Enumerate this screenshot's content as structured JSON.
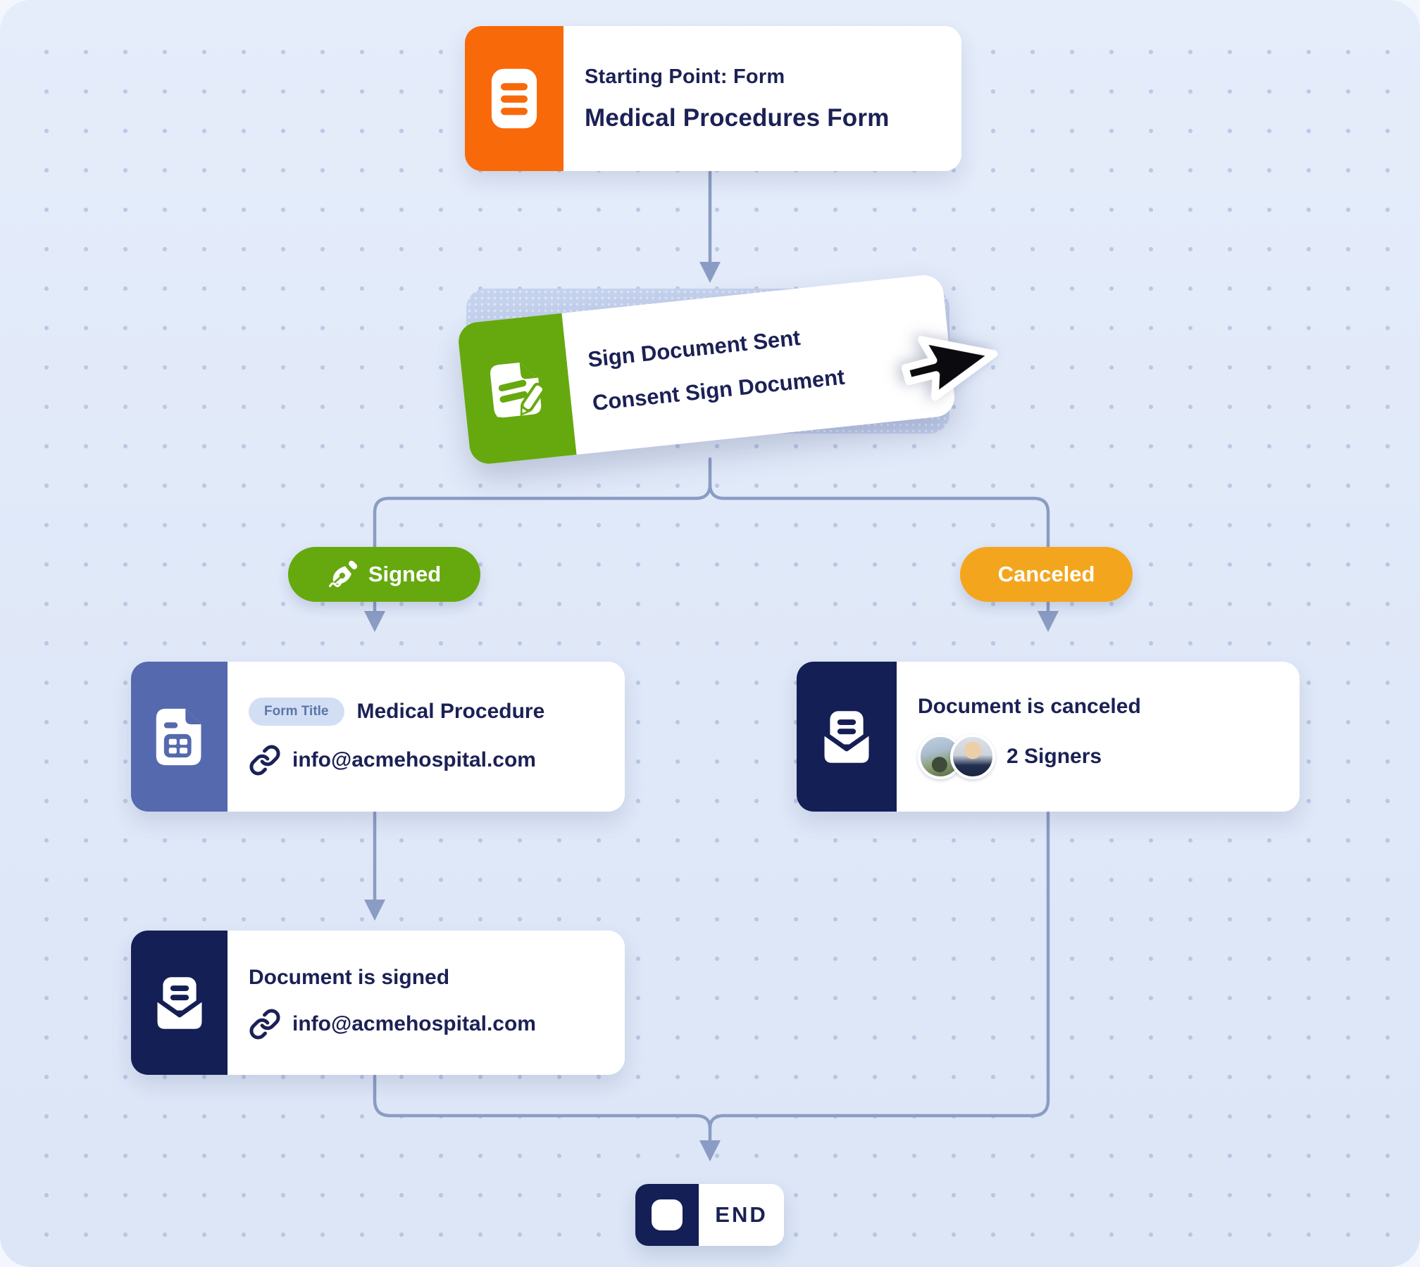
{
  "palette": {
    "canvas_bg": "#dfe8f8",
    "dot_grid": "#94a6d0",
    "connector": "#8b9cc4",
    "text_navy": "#1b2155",
    "panel_navy": "#131f55",
    "accent_orange": "#f8690a",
    "accent_green": "#66a90f",
    "accent_amber": "#f3a61d",
    "accent_indigo": "#5569ae",
    "badge_bg": "#d2def4",
    "badge_text": "#5c76ab",
    "card_shadow_ghost": "#c5d2ee"
  },
  "start_node": {
    "label": "Starting Point: Form",
    "title": "Medical Procedures Form"
  },
  "sign_node": {
    "label": "Sign Document Sent",
    "title": "Consent Sign Document"
  },
  "branches": {
    "signed": {
      "label": "Signed"
    },
    "canceled": {
      "label": "Canceled"
    }
  },
  "form_node": {
    "badge": "Form Title",
    "title": "Medical Procedure",
    "link": "info@acmehospital.com"
  },
  "canceled_node": {
    "title": "Document is canceled",
    "signers_label": "2 Signers"
  },
  "signed_node": {
    "title": "Document is signed",
    "link": "info@acmehospital.com"
  },
  "end_node": {
    "label": "END"
  }
}
